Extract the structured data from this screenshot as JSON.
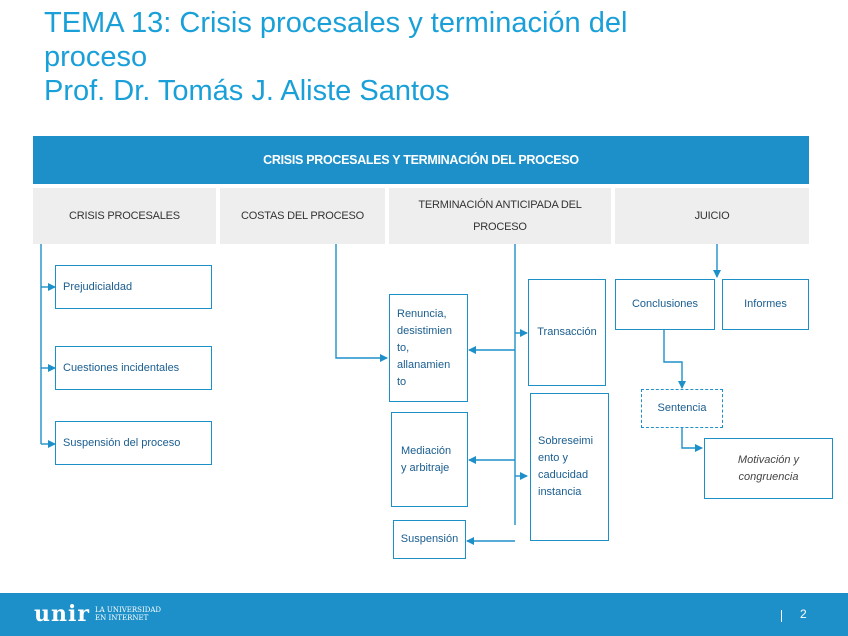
{
  "title": {
    "line1": "TEMA 13: Crisis procesales y terminación del",
    "line2": "proceso",
    "line3": "Prof. Dr. Tomás J. Aliste Santos"
  },
  "diagram": {
    "banner": "CRISIS PROCESALES Y TERMINACIÓN DEL PROCESO",
    "columns": {
      "crisis": "CRISIS PROCESALES",
      "costas": "COSTAS DEL PROCESO",
      "terminacion_l1": "TERMINACIÓN ANTICIPADA DEL",
      "terminacion_l2": "PROCESO",
      "juicio": "JUICIO"
    },
    "boxes": {
      "prejudicialidad": "Prejudicialdad",
      "cuestiones": "Cuestiones incidentales",
      "suspension_proceso": "Suspensión del proceso",
      "renuncia_l1": "Renuncia,",
      "renuncia_l2": "desistimien",
      "renuncia_l3": "to,",
      "renuncia_l4": "allanamien",
      "renuncia_l5": "to",
      "mediacion_l1": "Mediación",
      "mediacion_l2": "y arbitraje",
      "suspension": "Suspensión",
      "transaccion": "Transacción",
      "sobreseimiento_l1": "Sobreseimi",
      "sobreseimiento_l2": "ento y",
      "sobreseimiento_l3": "caducidad",
      "sobreseimiento_l4": "instancia",
      "conclusiones": "Conclusiones",
      "informes": "Informes",
      "sentencia": "Sentencia",
      "motivacion_l1": "Motivación y",
      "motivacion_l2": "congruencia"
    }
  },
  "footer": {
    "logo": "unir",
    "logo_sub_l1": "LA UNIVERSIDAD",
    "logo_sub_l2": "EN INTERNET",
    "page_number": "2"
  },
  "colors": {
    "accent": "#1e90c9",
    "title": "#1aa0d8",
    "header_gray": "#eeeeee"
  }
}
